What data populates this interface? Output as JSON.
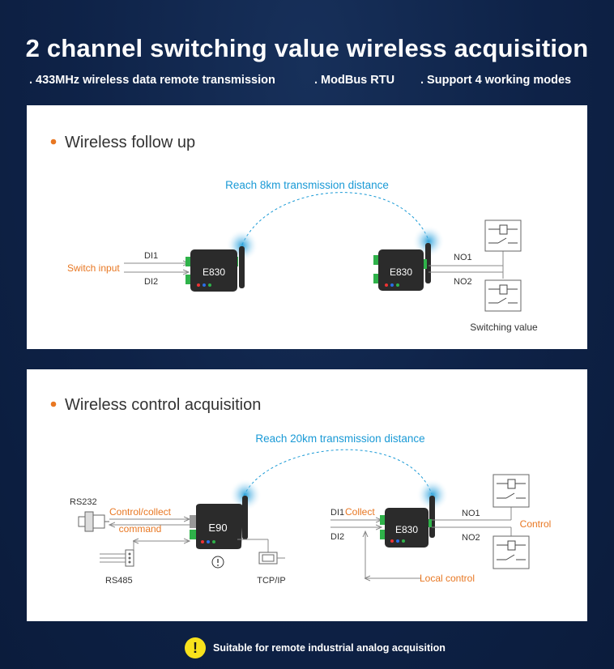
{
  "header": {
    "title": "2 channel switching value wireless acquisition",
    "bullets": [
      ". 433MHz wireless data remote transmission",
      ". ModBus RTU",
      ". Support 4 working modes"
    ]
  },
  "panel1": {
    "heading": "Wireless follow up",
    "distance": "Reach 8km transmission distance",
    "input_label": "Switch input",
    "di1": "DI1",
    "di2": "DI2",
    "device_left": "E830",
    "device_right": "E830",
    "no1": "NO1",
    "no2": "NO2",
    "output_label": "Switching value"
  },
  "panel2": {
    "heading": "Wireless control acquisition",
    "distance": "Reach 20km transmission distance",
    "rs232": "RS232",
    "rs485": "RS485",
    "command_line1": "Control/collect",
    "command_line2": "command",
    "device_left": "E90",
    "tcpip": "TCP/IP",
    "di1": "DI1",
    "collect": "Collect",
    "di2": "DI2",
    "device_right": "E830",
    "no1": "NO1",
    "no2": "NO2",
    "control": "Control",
    "local_control": "Local control"
  },
  "footer": {
    "text": "Suitable for remote industrial analog acquisition"
  },
  "colors": {
    "background": "#0e2247",
    "accent_orange": "#e87722",
    "accent_blue": "#1a9ad6",
    "device": "#2b2b2b",
    "terminal_green": "#2fb24a"
  }
}
